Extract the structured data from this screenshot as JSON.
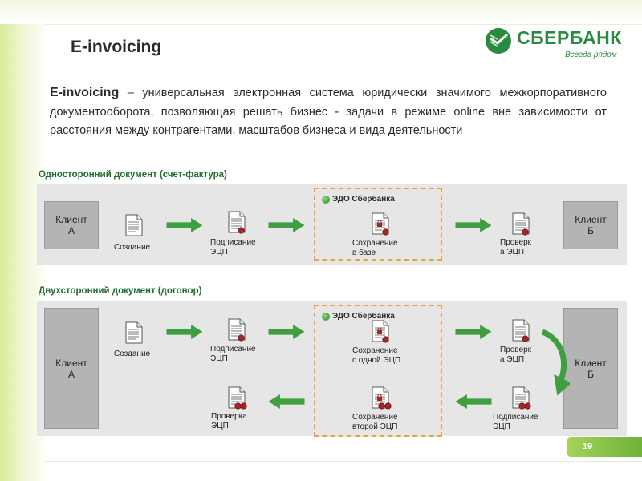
{
  "slide": {
    "title": "E-invoicing",
    "page_number": "19"
  },
  "brand": {
    "name": "СБЕРБАНК",
    "slogan": "Всегда рядом",
    "color": "#2a8a3f"
  },
  "intro": {
    "term": "E-invoicing",
    "text": " – универсальная электронная система юридически значимого межкорпоративного документооборота, позволяющая решать бизнес - задачи в режиме online вне зависимости от расстояния между контрагентами, масштабов бизнеса и вида деятельности"
  },
  "one_sided": {
    "label": "Односторонний документ (счет-фактура)",
    "client_a": "Клиент\nА",
    "client_b": "Клиент\nБ",
    "edo_title": "ЭДО Сбербанка",
    "steps": {
      "create": "Создание",
      "sign": "Подписание\nЭЦП",
      "store": "Сохранение\nв базе",
      "verify": "Проверк\nа ЭЦП"
    }
  },
  "two_sided": {
    "label": "Двухсторонний документ (договор)",
    "client_a": "Клиент\nА",
    "client_b": "Клиент\nБ",
    "edo_title": "ЭДО Сбербанка",
    "steps": {
      "create": "Создание",
      "sign_a": "Подписание\nЭЦП",
      "store_one": "Сохранение\nс одной ЭЦП",
      "verify_b": "Проверк\nа ЭЦП",
      "sign_b": "Подписание\nЭЦП",
      "store_two": "Сохранение\nвторой ЭЦП",
      "verify_a": "Проверка\nЭЦП"
    }
  },
  "colors": {
    "arrow": "#3f9e3f",
    "edo_border": "#f0a040",
    "band": "#e6e6e6",
    "client_box": "#b4b4b4",
    "section_label": "#1f6e2f",
    "seal": "#a0282a"
  }
}
